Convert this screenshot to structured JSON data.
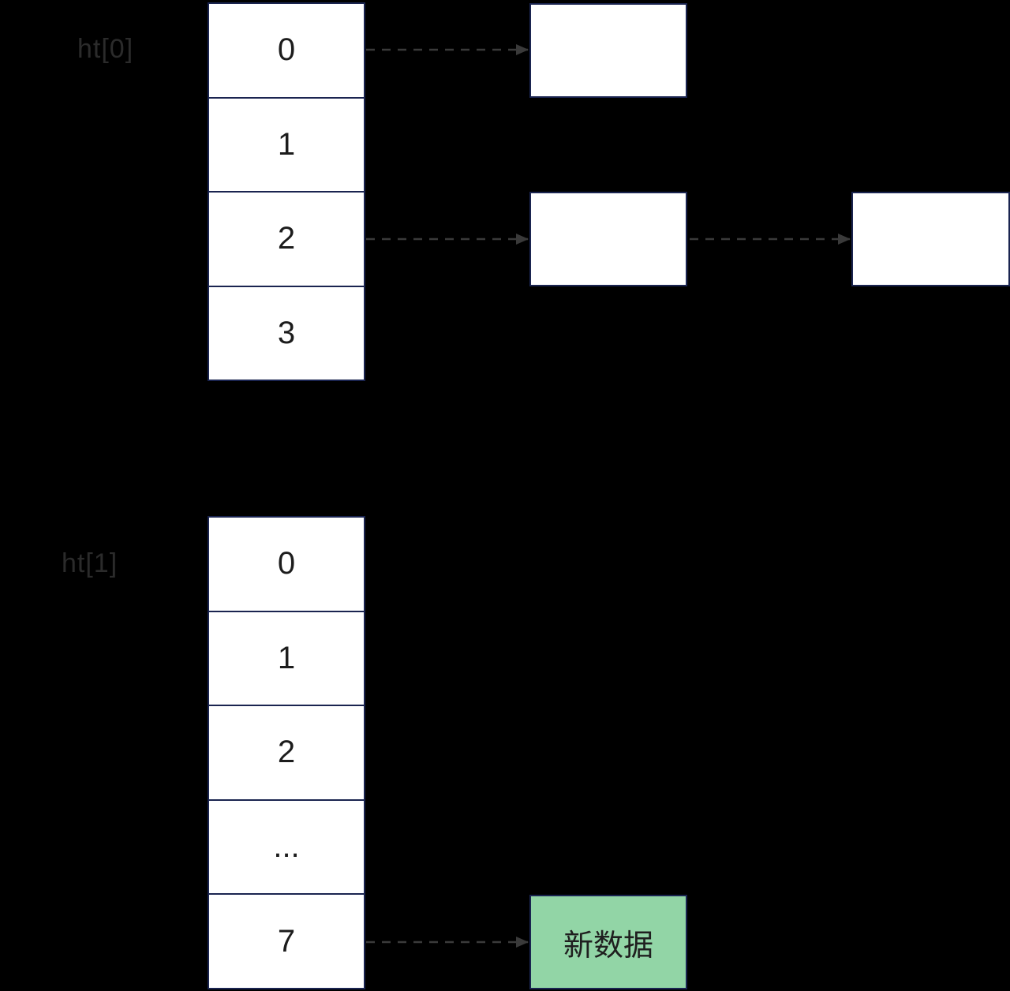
{
  "diagram": {
    "ht0": {
      "label": "ht[0]",
      "slots": [
        "0",
        "1",
        "2",
        "3"
      ]
    },
    "ht1": {
      "label": "ht[1]",
      "slots": [
        "0",
        "1",
        "2",
        "...",
        "7"
      ]
    },
    "nodes": {
      "node_a": "",
      "node_b": "",
      "node_c": "",
      "new_node": "新数据"
    },
    "edges": [
      {
        "from": "ht0-slot-0",
        "to": "node-a"
      },
      {
        "from": "ht0-slot-2",
        "to": "node-b"
      },
      {
        "from": "node-b",
        "to": "node-c"
      },
      {
        "from": "ht1-slot-7",
        "to": "new-data-node"
      }
    ],
    "colors": {
      "background": "#000000",
      "cell-fill": "#ffffff",
      "border": "#1a2450",
      "digit-text": "#1c1c1c",
      "label-text": "#2b2b2b",
      "arrow": "#3a3a3a",
      "new-node-fill": "#92d5a6",
      "new-node-text": "#1f1f1f"
    }
  }
}
